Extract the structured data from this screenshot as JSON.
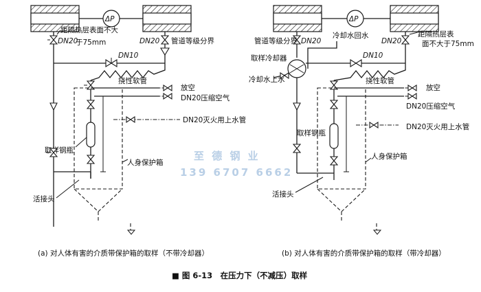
{
  "panel_a": {
    "delta_p": "ΔP",
    "distance_note_l1": "距隔热层表面不大",
    "distance_note_l2": "于75mm",
    "dn20_left": "DN20",
    "dn20_right": "DN20",
    "pipe_class_boundary": "管道等级分界",
    "dn10": "DN10",
    "flexible_hose": "挠性软管",
    "vent": "放空",
    "compressed_air": "DN20压缩空气",
    "fire_water": "DN20灭火用上水管",
    "sample_bottle": "取样钢瓶",
    "protection_box": "人身保护箱",
    "union": "活接头",
    "caption": "(a) 对人体有害的介质带保护箱的取样（不带冷却器）"
  },
  "panel_b": {
    "delta_p": "ΔP",
    "dn20_left": "DN20",
    "dn20_right": "DN20",
    "pipe_class_boundary": "管道等级分界",
    "cooling_water_return": "冷却水回水",
    "distance_note_l1": "距隔热层表",
    "distance_note_l2": "面不大于75mm",
    "sample_cooler": "取样冷却器",
    "dn10": "DN10",
    "cooling_water_supply": "冷却水上水",
    "flexible_hose": "挠性软管",
    "vent": "放空",
    "compressed_air": "DN20压缩空气",
    "fire_water": "DN20灭火用上水管",
    "sample_bottle": "取样钢瓶",
    "protection_box": "人身保护箱",
    "union": "活接头",
    "caption": "(b) 对人体有害的介质带保护箱的取样（带冷却器）"
  },
  "figure_title": "■ 图 6-13　在压力下（不减压）取样",
  "watermark_l1": "至 德 钢 业",
  "watermark_l2": "139 6707 6662"
}
